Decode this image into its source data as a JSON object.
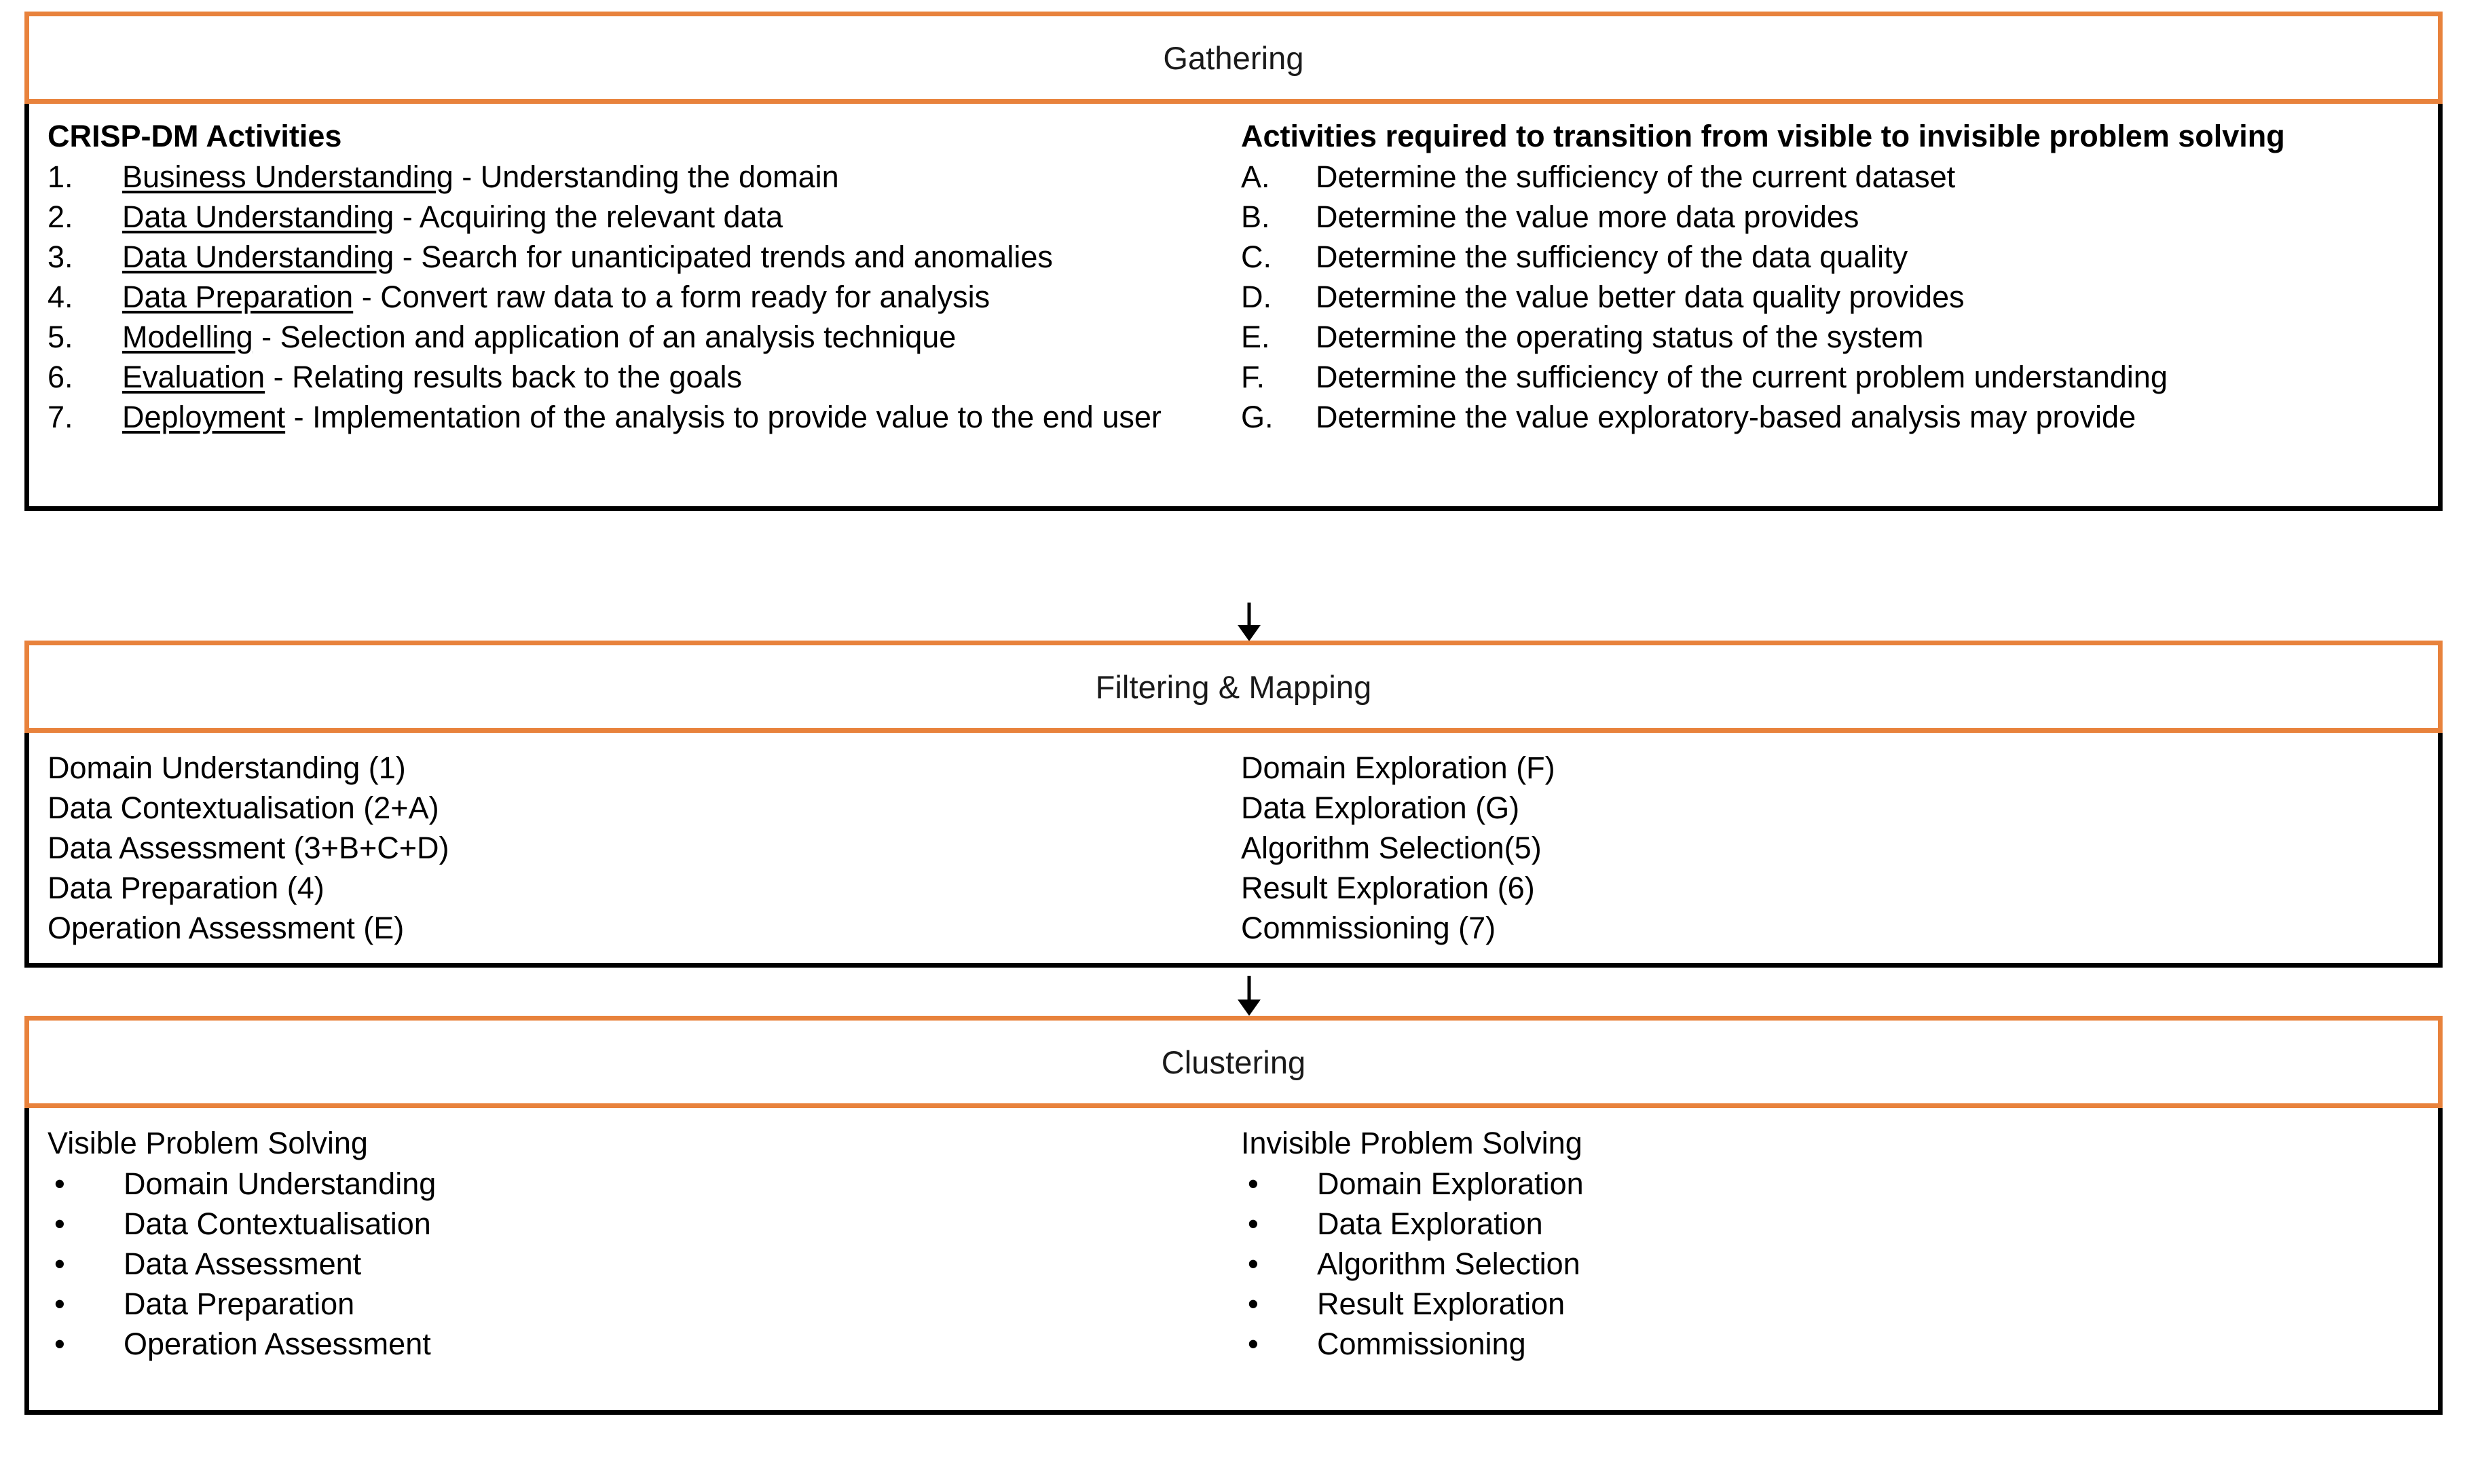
{
  "theme": {
    "accent_orange": "#E8823C",
    "border_black": "#000000",
    "page_background": "#FFFFFF",
    "text_color": "#000000"
  },
  "sections": [
    {
      "id": "gathering",
      "title": "Gathering",
      "left": {
        "heading": "CRISP-DM Activities",
        "items": [
          {
            "marker": "1.",
            "term": "Business Understanding",
            "rest": " - Understanding the domain"
          },
          {
            "marker": "2.",
            "term": "Data Understanding",
            "rest": " - Acquiring the relevant data"
          },
          {
            "marker": "3.",
            "term": "Data Understanding",
            "rest": " - Search for unanticipated trends and anomalies"
          },
          {
            "marker": "4.",
            "term": "Data Preparation",
            "rest": " - Convert raw data to a form ready for analysis"
          },
          {
            "marker": "5.",
            "term": "Modelling",
            "rest": " - Selection and application of an analysis technique"
          },
          {
            "marker": "6.",
            "term": "Evaluation",
            "rest": " - Relating results back to the goals"
          },
          {
            "marker": "7.",
            "term": "Deployment",
            "rest": " - Implementation of the analysis to provide value to the end user"
          }
        ]
      },
      "right": {
        "heading": "Activities required to transition from visible to invisible problem solving",
        "items": [
          {
            "marker": "A.",
            "term": "",
            "rest": "Determine the sufficiency of the current dataset"
          },
          {
            "marker": "B.",
            "term": "",
            "rest": "Determine the value more data provides"
          },
          {
            "marker": "C.",
            "term": "",
            "rest": "Determine the sufficiency of the data quality"
          },
          {
            "marker": "D.",
            "term": "",
            "rest": "Determine the value better data quality provides"
          },
          {
            "marker": "E.",
            "term": "",
            "rest": "Determine the operating status of the system"
          },
          {
            "marker": "F.",
            "term": "",
            "rest": "Determine the sufficiency of the current problem understanding"
          },
          {
            "marker": "G.",
            "term": "",
            "rest": "Determine the value exploratory-based analysis may provide"
          }
        ]
      }
    },
    {
      "id": "filtering-mapping",
      "title": "Filtering & Mapping",
      "left": {
        "lines": [
          "Domain Understanding (1)",
          "Data Contextualisation (2+A)",
          "Data Assessment (3+B+C+D)",
          "Data Preparation (4)",
          "Operation Assessment (E)"
        ]
      },
      "right": {
        "lines": [
          "Domain Exploration (F)",
          "Data Exploration (G)",
          "Algorithm Selection(5)",
          "Result Exploration (6)",
          "Commissioning (7)"
        ]
      }
    },
    {
      "id": "clustering",
      "title": "Clustering",
      "left": {
        "heading": "Visible Problem Solving",
        "bullets": [
          "Domain Understanding",
          "Data Contextualisation",
          "Data Assessment",
          "Data Preparation",
          "Operation Assessment"
        ]
      },
      "right": {
        "heading": "Invisible Problem Solving",
        "bullets": [
          "Domain Exploration",
          "Data Exploration",
          "Algorithm Selection",
          "Result Exploration",
          "Commissioning"
        ]
      }
    }
  ],
  "connectors": [
    {
      "id": "arrow-gathering-to-filtering",
      "from": "gathering",
      "to": "filtering-mapping",
      "direction": "down"
    },
    {
      "id": "arrow-filtering-to-clustering",
      "from": "filtering-mapping",
      "to": "clustering",
      "direction": "down"
    }
  ],
  "glyphs": {
    "bullet": "•"
  }
}
